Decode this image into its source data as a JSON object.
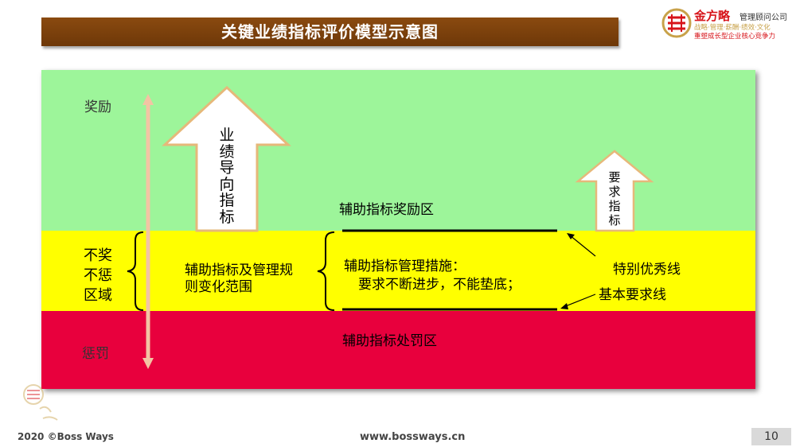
{
  "header": {
    "title": "关键业绩指标评价模型示意图"
  },
  "logo": {
    "brand": "金方略",
    "tagline": "管理顾问公司",
    "line1": "战略·管理·薪酬·绩效·文化",
    "line2": "重塑成长型企业核心竞争力",
    "colors": {
      "red": "#d7141a",
      "gold": "#c8a24a"
    }
  },
  "diagram": {
    "zones": {
      "reward_label": "奖励",
      "neutral_label": [
        "不奖",
        "不惩",
        "区域"
      ],
      "penalty_label": "惩罚",
      "green_zone_text": "辅助指标奖励区",
      "yellow_zone_text": [
        "辅助指标及管理规",
        "则变化范围"
      ],
      "red_zone_text": "辅助指标处罚区"
    },
    "arrows": {
      "kpi_arrow": [
        "业",
        "绩",
        "导",
        "向",
        "指",
        "标"
      ],
      "req_arrow": [
        "要",
        "求",
        "指",
        "标"
      ]
    },
    "measures": {
      "title": "辅助指标管理措施：",
      "detail": "要求不断进步，不能垫底；"
    },
    "lines": {
      "excellent": "特别优秀线",
      "basic": "基本要求线"
    },
    "colors": {
      "green": "#9df59a",
      "yellow": "#ffff00",
      "red": "#e8003d",
      "axis": "#f3c4a4"
    }
  },
  "footer": {
    "copyright": "2020 ©Boss Ways",
    "website": "www.bossways.cn",
    "page": "10"
  }
}
